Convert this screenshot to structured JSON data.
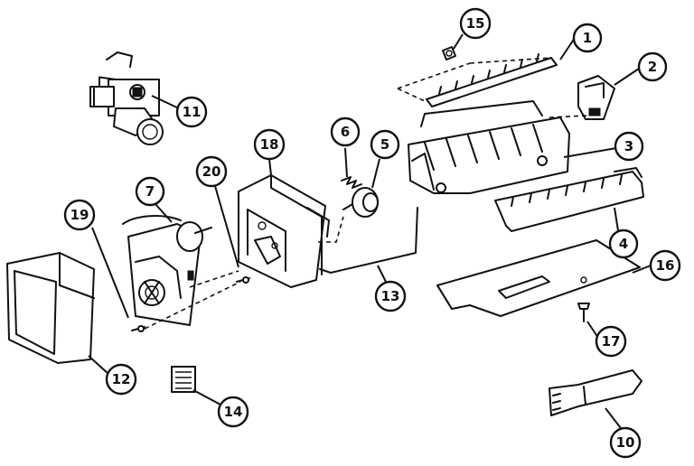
{
  "callouts": [
    {
      "label": "1"
    },
    {
      "label": "2"
    },
    {
      "label": "3"
    },
    {
      "label": "4"
    },
    {
      "label": "5"
    },
    {
      "label": "6"
    },
    {
      "label": "7"
    },
    {
      "label": "10"
    },
    {
      "label": "11"
    },
    {
      "label": "12"
    },
    {
      "label": "13"
    },
    {
      "label": "14"
    },
    {
      "label": "15"
    },
    {
      "label": "16"
    },
    {
      "label": "17"
    },
    {
      "label": "18"
    },
    {
      "label": "19"
    },
    {
      "label": "20"
    }
  ]
}
